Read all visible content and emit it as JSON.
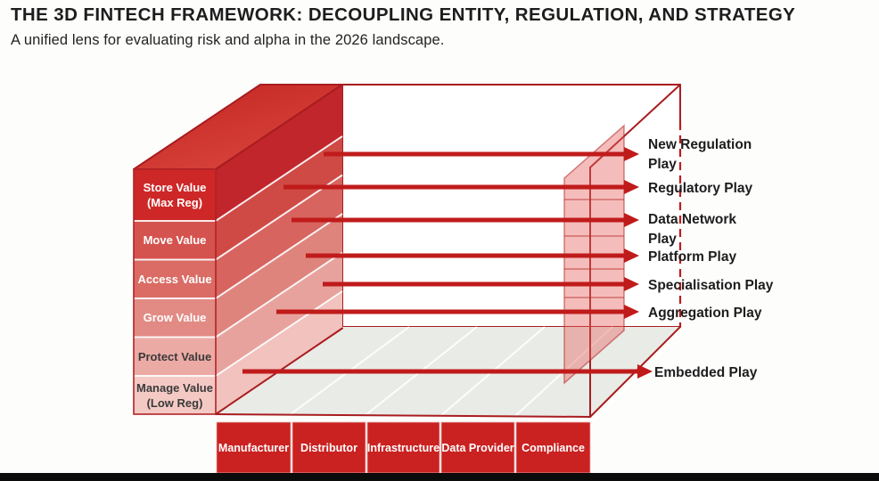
{
  "header": {
    "title": "THE 3D FINTECH FRAMEWORK: DECOUPLING ENTITY, REGULATION, AND STRATEGY",
    "subtitle": "A unified lens for evaluating risk and alpha in the 2026 landscape."
  },
  "wall": {
    "description": "value-function layers, max regulation at top to low regulation at bottom",
    "rows": [
      {
        "line1": "Store Value",
        "line2": "(Max Reg)"
      },
      {
        "line1": "Move Value",
        "line2": ""
      },
      {
        "line1": "Access Value",
        "line2": ""
      },
      {
        "line1": "Grow Value",
        "line2": ""
      },
      {
        "line1": "Protect Value",
        "line2": ""
      },
      {
        "line1": "Manage Value",
        "line2": "(Low Reg)"
      }
    ]
  },
  "entities": {
    "columns": [
      "Manufacturer",
      "Distributor",
      "Infrastructure",
      "Data Provider",
      "Compliance"
    ]
  },
  "plays": [
    {
      "line1": "New Regulation",
      "line2": "Play"
    },
    {
      "line1": "Regulatory Play",
      "line2": ""
    },
    {
      "line1": "Data Network",
      "line2": "Play"
    },
    {
      "line1": "Platform Play",
      "line2": ""
    },
    {
      "line1": "Specialisation Play",
      "line2": ""
    },
    {
      "line1": "Aggregation Play",
      "line2": ""
    },
    {
      "line1": "Embedded Play",
      "line2": ""
    }
  ],
  "colors": {
    "accent_red": "#c01b1b",
    "wireframe_red": "#a91c1f",
    "wall_row_fills": [
      "#ce2727",
      "#d4534e",
      "#da6c65",
      "#e28a84",
      "#ecaaa5",
      "#f4c9c4"
    ],
    "wall_side_fills": [
      "#c0262b",
      "#cf4a45",
      "#d7645e",
      "#df837d",
      "#e8a29d",
      "#f1c2be"
    ],
    "entity_box_fill": "#ca2121",
    "floor_fill": "#e9ebe7",
    "regulation_plane_fill": "rgba(228,98,94,0.42)"
  }
}
